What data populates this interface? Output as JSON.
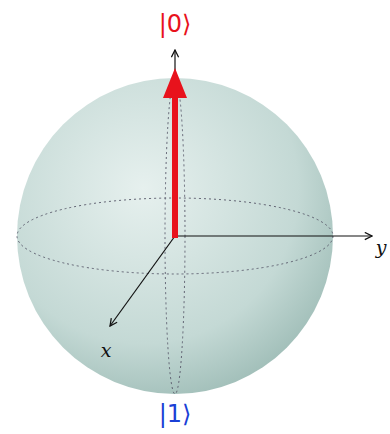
{
  "diagram": {
    "labels": [
      "|0⟩",
      "|1⟩",
      "x",
      "y"
    ]
  }
}
